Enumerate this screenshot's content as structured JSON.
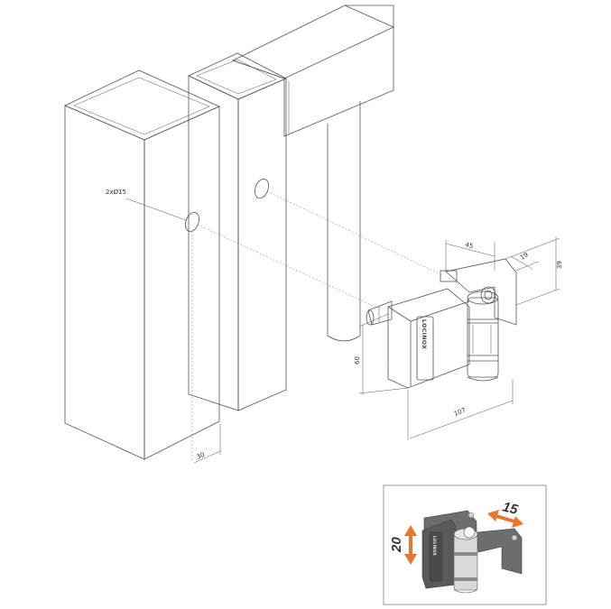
{
  "labels": {
    "hole": "2xØ15",
    "dim_30": "30",
    "dim_60": "60",
    "dim_107": "107",
    "dim_45": "45",
    "dim_19": "19",
    "dim_39": "39"
  },
  "brand": {
    "name": "LOCINOX"
  },
  "inset": {
    "adjust_horizontal": "15",
    "adjust_vertical": "20"
  },
  "colors": {
    "accent": "#e8762c",
    "line": "#555555",
    "inset_border": "#999999"
  }
}
